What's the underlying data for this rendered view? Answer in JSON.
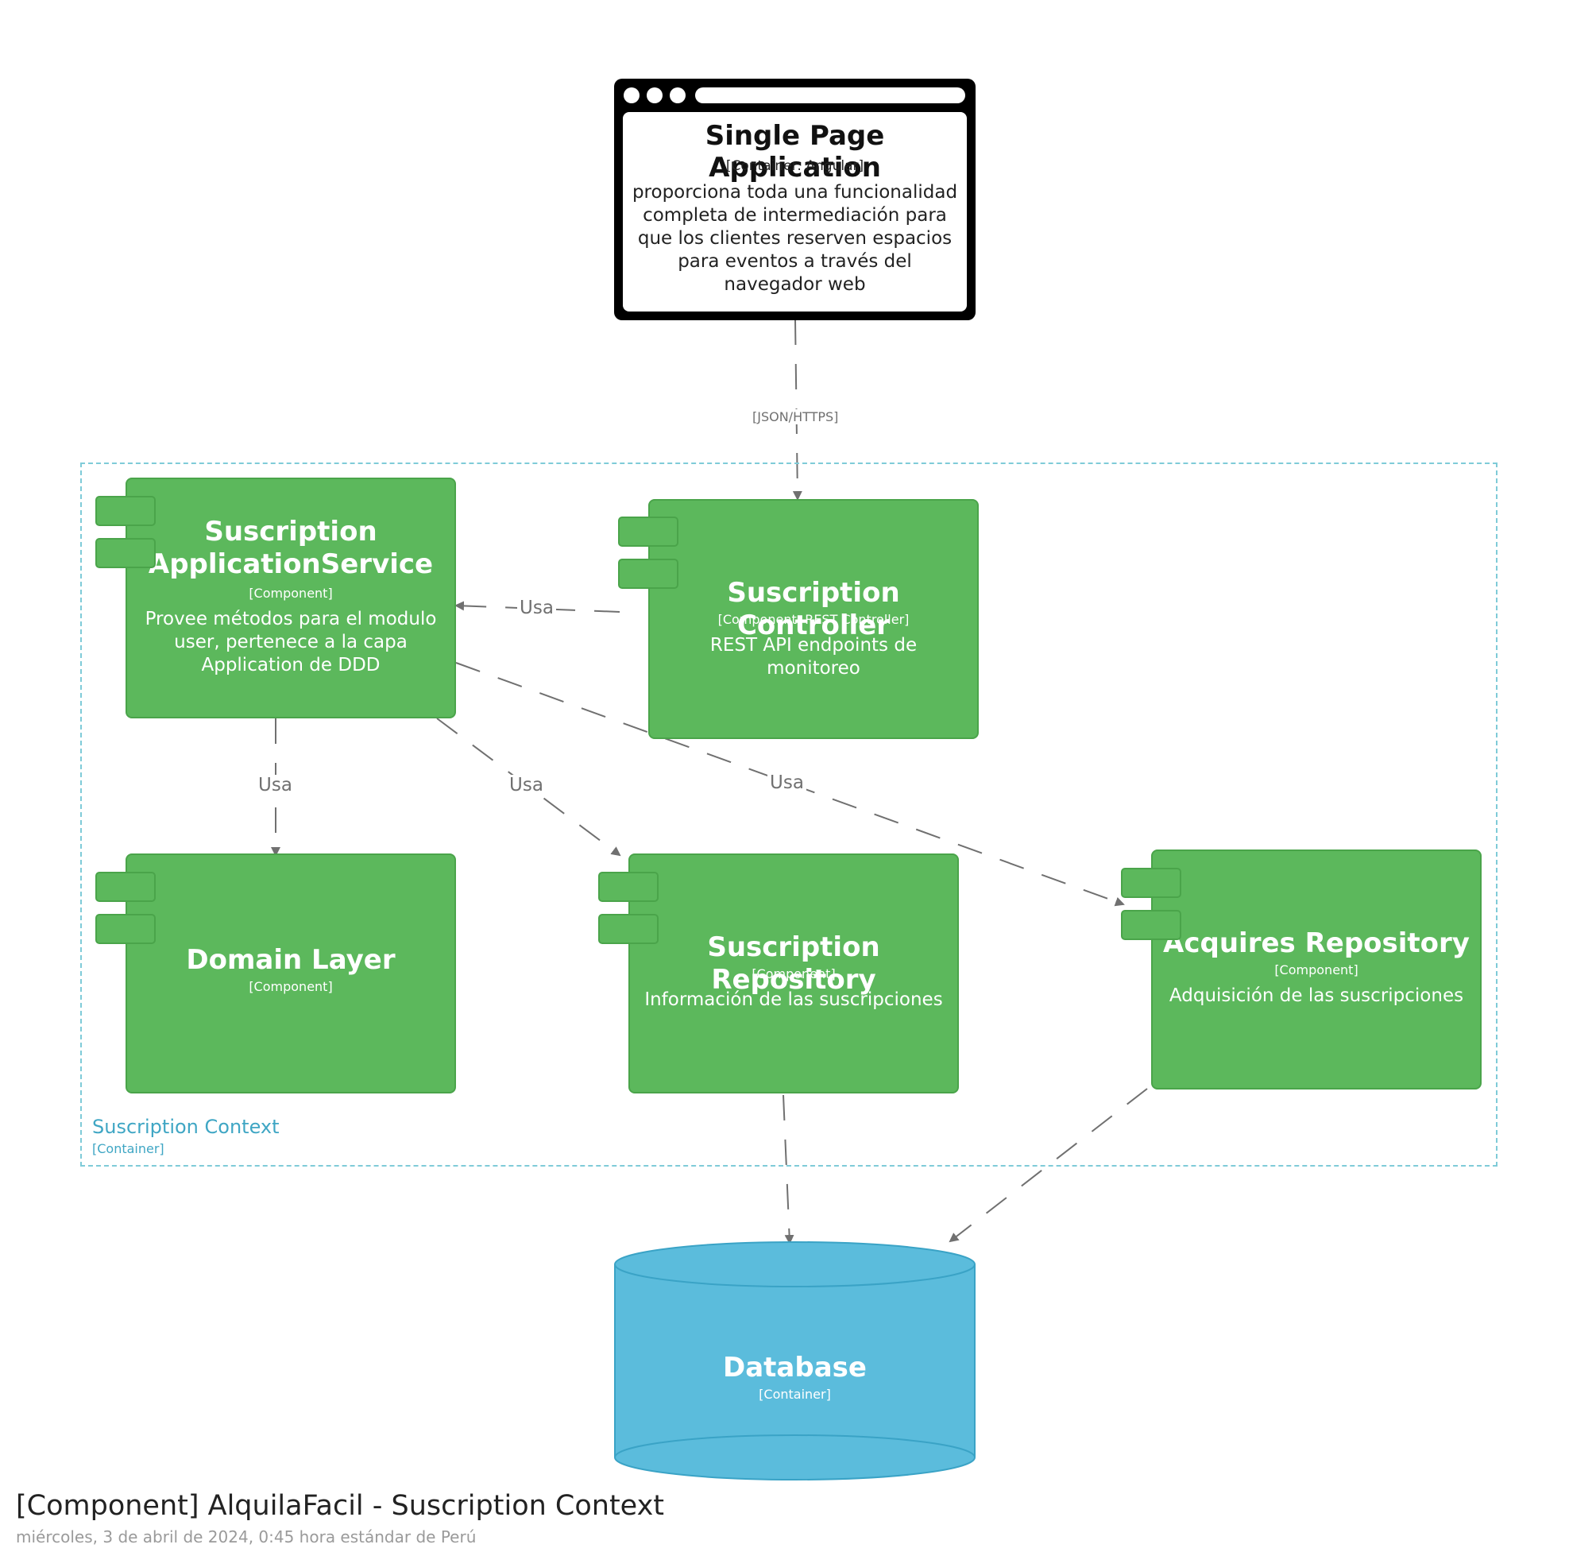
{
  "spa": {
    "title": "Single Page Application",
    "technology": "[Container: Angular]",
    "description": "proporciona toda una funcionalidad completa de intermediación para que los clientes reserven espacios para eventos a través del navegador web"
  },
  "boundary": {
    "title": "Suscription Context",
    "technology": "[Container]"
  },
  "components": {
    "app_service": {
      "title_line1": "Suscription",
      "title_line2": "ApplicationService",
      "technology": "[Component]",
      "description": "Provee métodos para el modulo user, pertenece a la capa Application de DDD"
    },
    "controller": {
      "title": "Suscription Controller",
      "technology": "[Component: REST Controller]",
      "description": "REST API endpoints de monitoreo"
    },
    "domain_layer": {
      "title": "Domain Layer",
      "technology": "[Component]"
    },
    "repository": {
      "title": "Suscription Repository",
      "technology": "[Component]",
      "description": "Información de las suscripciones"
    },
    "acquires_repository": {
      "title": "Acquires Repository",
      "technology": "[Component]",
      "description": "Adquisición de las suscripciones"
    }
  },
  "database": {
    "title": "Database",
    "technology": "[Container]"
  },
  "relationships": {
    "spa_to_controller": "[JSON/HTTPS]",
    "controller_to_service": "Usa",
    "service_to_domain": "Usa",
    "service_to_repository": "Usa",
    "service_to_acquires": "Usa"
  },
  "footer": {
    "title": "[Component] AlquilaFacil - Suscription Context",
    "date": "miércoles, 3 de abril de 2024, 0:45 hora estándar de Perú"
  },
  "colors": {
    "component": "#5cb85c",
    "database": "#5bbcdc",
    "boundary": "#7fcbd8",
    "arrow": "#707070"
  }
}
